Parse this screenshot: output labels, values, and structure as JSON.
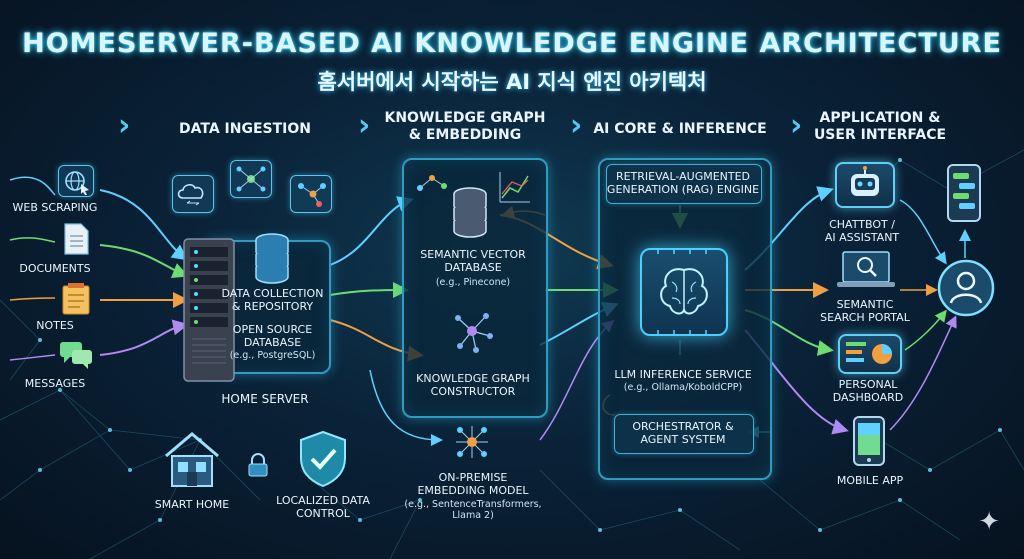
{
  "title": "HOMESERVER-BASED AI KNOWLEDGE ENGINE ARCHITECTURE",
  "subtitle": "홈서버에서 시작하는 AI 지식 엔진 아키텍처",
  "stages": {
    "ingestion": "DATA INGESTION",
    "graph_line1": "KNOWLEDGE GRAPH",
    "graph_line2": "& EMBEDDING",
    "core": "AI CORE & INFERENCE",
    "app_line1": "APPLICATION &",
    "app_line2": "USER INTERFACE"
  },
  "sources": {
    "web": "WEB SCRAPING",
    "docs": "DOCUMENTS",
    "notes": "NOTES",
    "messages": "MESSAGES"
  },
  "server": {
    "collection_line1": "DATA COLLECTION",
    "collection_line2": "& REPOSITORY",
    "db_line1": "OPEN SOURCE",
    "db_line2": "DATABASE",
    "db_example": "(e.g., PostgreSQL)",
    "label": "HOME SERVER"
  },
  "bottom": {
    "smart_home": "SMART HOME",
    "local_line1": "LOCALIZED DATA",
    "local_line2": "CONTROL"
  },
  "graph": {
    "vector_line1": "SEMANTIC VECTOR",
    "vector_line2": "DATABASE",
    "vector_example": "(e.g., Pinecone)",
    "kg_line1": "KNOWLEDGE GRAPH",
    "kg_line2": "CONSTRUCTOR",
    "embed_line1": "ON-PREMISE",
    "embed_line2": "EMBEDDING MODEL",
    "embed_example1": "(e.g., SentenceTransformers,",
    "embed_example2": "Llama 2)"
  },
  "core": {
    "rag_line1": "RETRIEVAL-AUGMENTED",
    "rag_line2": "GENERATION (RAG) ENGINE",
    "llm_line1": "LLM INFERENCE SERVICE",
    "llm_example": "(e.g., Ollama/KoboldCPP)",
    "orch_line1": "ORCHESTRATOR &",
    "orch_line2": "AGENT SYSTEM"
  },
  "apps": {
    "chatbot_line1": "CHATTBOT /",
    "chatbot_line2": "AI ASSISTANT",
    "search_line1": "SEMANTIC",
    "search_line2": "SEARCH PORTAL",
    "dashboard_line1": "PERSONAL",
    "dashboard_line2": "DASHBOARD",
    "mobile": "MOBILE APP"
  },
  "colors": {
    "accent": "#48d0ff",
    "panel_border": "#2f9bc0",
    "flow_green": "#6fdc6f",
    "flow_orange": "#f0a040",
    "flow_purple": "#b08af0",
    "flow_cyan": "#5fd0ff"
  },
  "icons": [
    "globe-cursor-icon",
    "document-icon",
    "notes-icon",
    "messages-icon",
    "server-icon",
    "database-icon",
    "cloud-sync-icon",
    "network-icon",
    "house-icon",
    "padlock-icon",
    "shield-check-icon",
    "brain-chip-icon",
    "robot-icon",
    "laptop-search-icon",
    "dashboard-monitor-icon",
    "smartphone-icon",
    "user-icon",
    "sparkle-icon"
  ]
}
